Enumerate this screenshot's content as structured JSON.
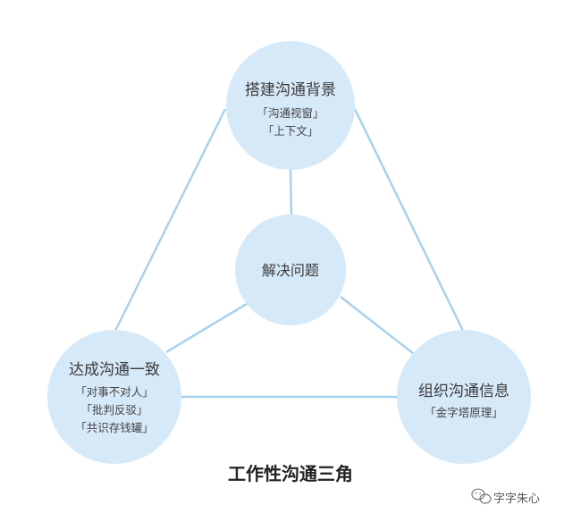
{
  "diagram": {
    "title": "工作性沟通三角",
    "center": {
      "label": "解决问题"
    },
    "nodes": {
      "top": {
        "title": "搭建沟通背景",
        "items": [
          "「沟通视窗」",
          "「上下文」"
        ]
      },
      "left": {
        "title": "达成沟通一致",
        "items": [
          "「对事不对人」",
          "「批判反驳」",
          "「共识存钱罐」"
        ]
      },
      "right": {
        "title": "组织沟通信息",
        "items": [
          "「金字塔原理」"
        ]
      }
    },
    "colors": {
      "circle_fill": "#d6e9f8",
      "line": "#a6d2ee"
    }
  },
  "watermark": {
    "icon": "wechat-icon",
    "text": "字字朱心"
  }
}
